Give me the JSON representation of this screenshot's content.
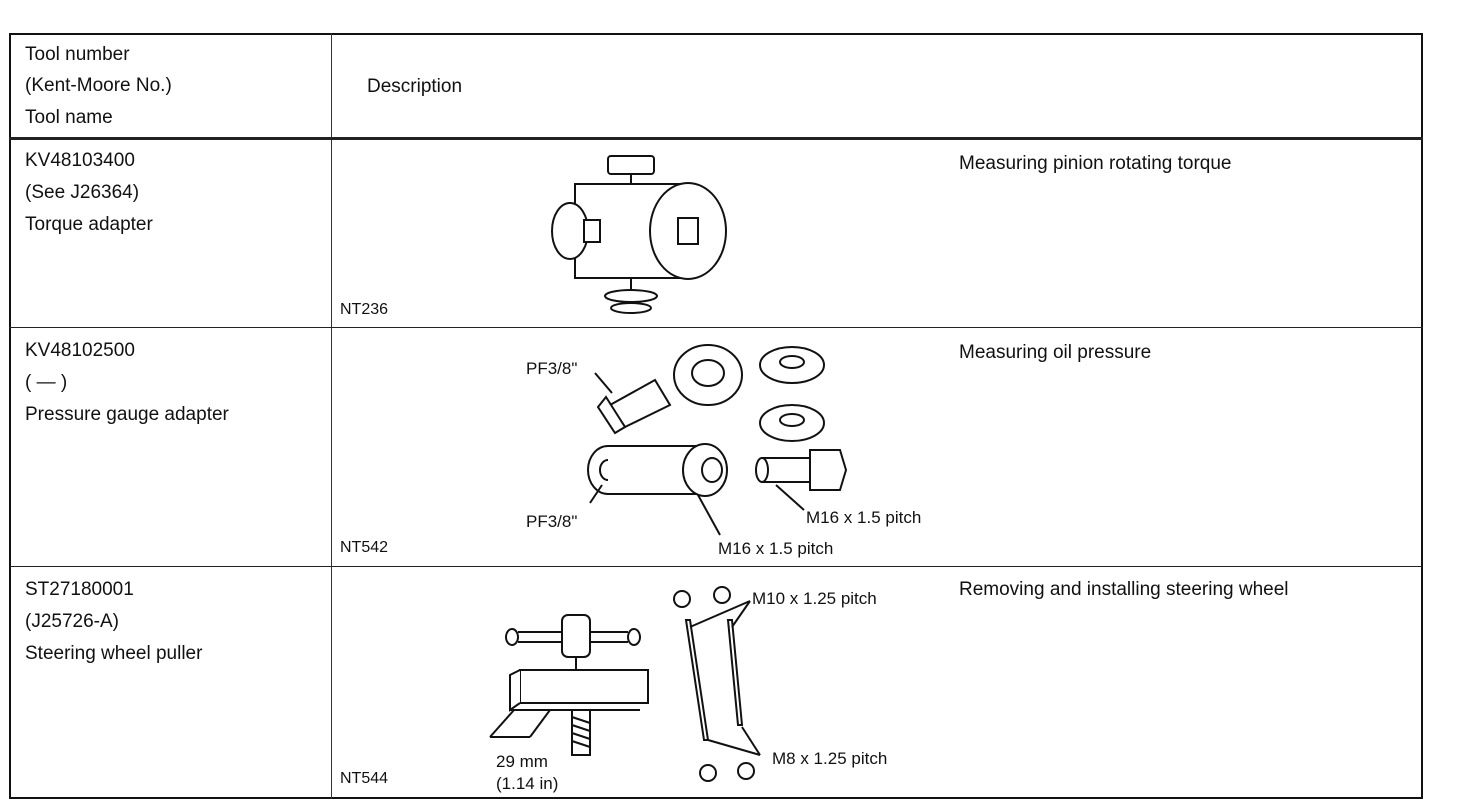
{
  "header": {
    "tool_col": [
      "Tool number",
      "(Kent-Moore No.)",
      "Tool name"
    ],
    "description_col": "Description"
  },
  "rows": [
    {
      "tool_number": "KV48103400",
      "kent_moore": "(See J26364)",
      "tool_name": "Torque adapter",
      "figure_code": "NT236",
      "description": "Measuring pinion rotating torque",
      "callouts": []
    },
    {
      "tool_number": "KV48102500",
      "kent_moore": "(    —    )",
      "tool_name": "Pressure gauge adapter",
      "figure_code": "NT542",
      "description": "Measuring oil pressure",
      "callouts": [
        "PF3/8\"",
        "PF3/8\"",
        "M16 x 1.5 pitch",
        "M16 x 1.5 pitch"
      ]
    },
    {
      "tool_number": "ST27180001",
      "kent_moore": "(J25726-A)",
      "tool_name": "Steering wheel puller",
      "figure_code": "NT544",
      "description": "Removing and installing steering wheel",
      "callouts": [
        "M10 x 1.25 pitch",
        "M8 x 1.25 pitch",
        "29 mm",
        "(1.14 in)"
      ]
    }
  ]
}
